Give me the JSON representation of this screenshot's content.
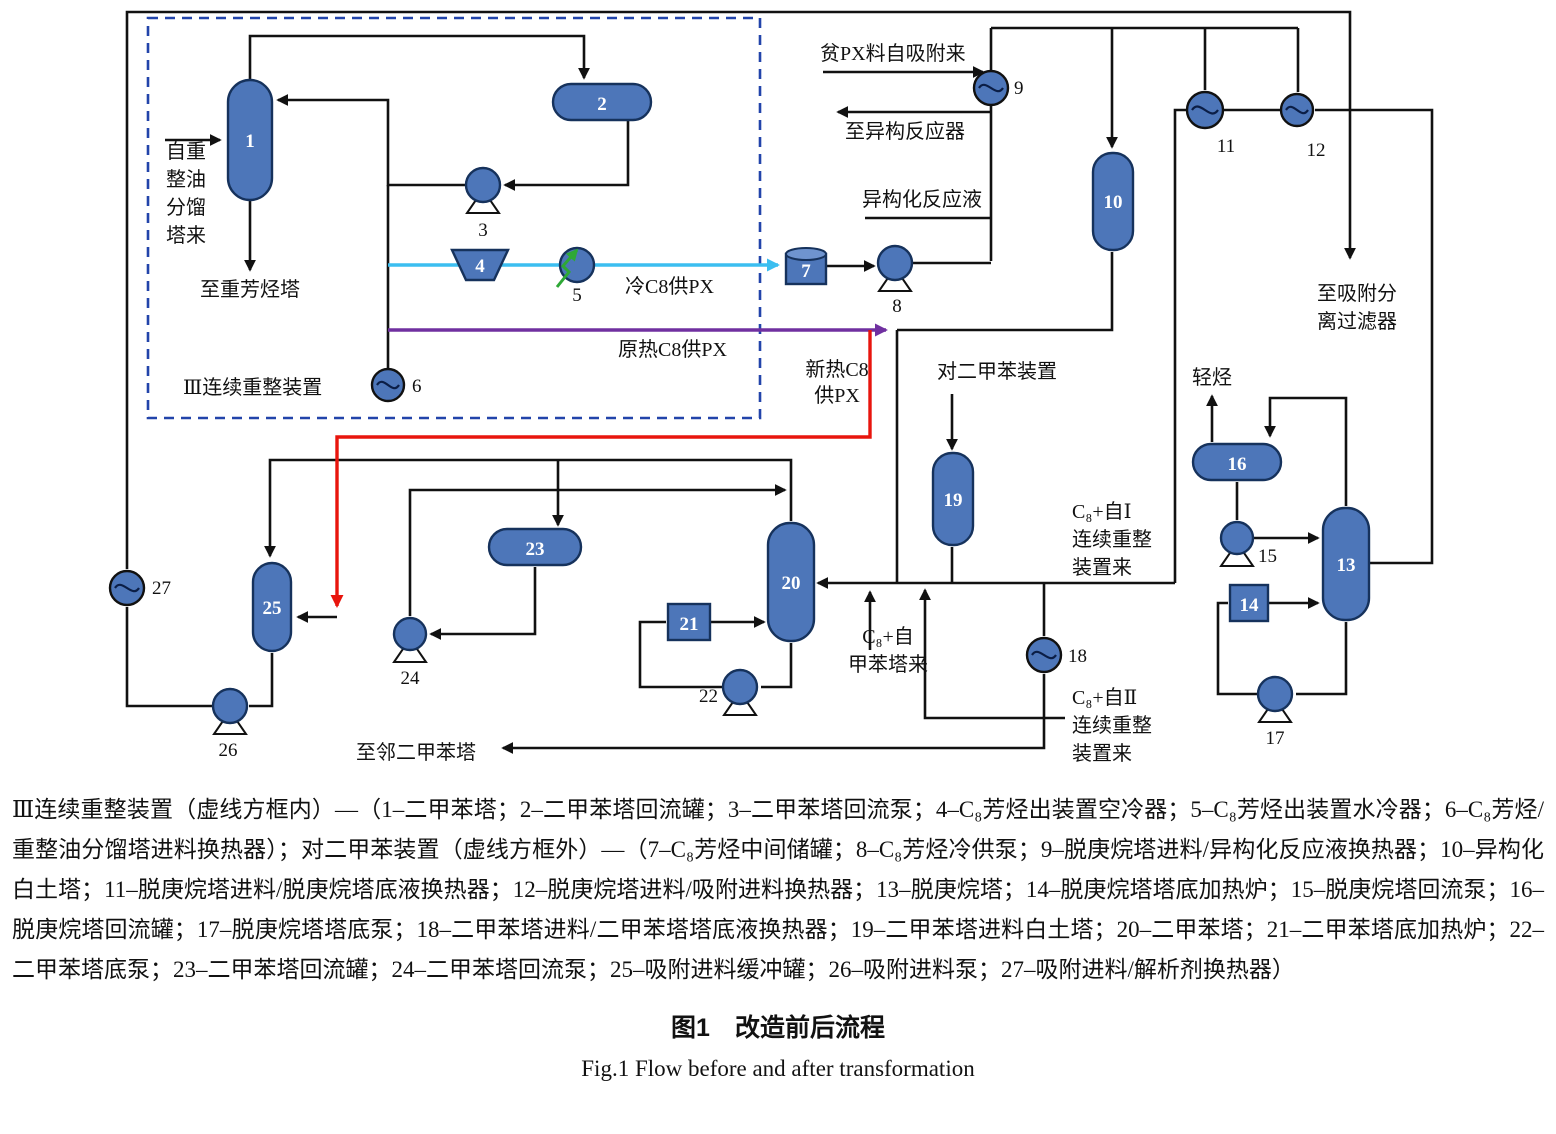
{
  "figure": {
    "caption": "Ⅲ连续重整装置（虚线方框内）—（1–二甲苯塔；2–二甲苯塔回流罐；3–二甲苯塔回流泵；4–C₈芳烃出装置空冷器；5–C₈芳烃出装置水冷器；6–C₈芳烃/重整油分馏塔进料换热器）；对二甲苯装置（虚线方框外）—（7–C₈芳烃中间储罐；8–C₈芳烃冷供泵；9–脱庚烷塔进料/异构化反应液换热器；10–异构化白土塔；11–脱庚烷塔进料/脱庚烷塔底液换热器；12–脱庚烷塔进料/吸附进料换热器；13–脱庚烷塔；14–脱庚烷塔塔底加热炉；15–脱庚烷塔回流泵；16–脱庚烷塔回流罐；17–脱庚烷塔塔底泵；18–二甲苯塔进料/二甲苯塔塔底液换热器；19–二甲苯塔进料白土塔；20–二甲苯塔；21–二甲苯塔底加热炉；22–二甲苯塔底泵；23–二甲苯塔回流罐；24–二甲苯塔回流泵；25–吸附进料缓冲罐；26–吸附进料泵；27–吸附进料/解析剂换热器）",
    "title_zh": "图1　改造前后流程",
    "title_en": "Fig.1 Flow before and after transformation"
  },
  "diagram": {
    "region_label": "Ⅲ连续重整装置",
    "labels": {
      "feed_1": "自重",
      "feed_2": "整油",
      "feed_3": "分馏",
      "feed_4": "塔来",
      "to_heavy_aromatics": "至重芳烃塔",
      "cold_c8": "冷C8供PX",
      "old_hot_c8": "原热C8供PX",
      "new_hot_c8_1": "新热C8",
      "new_hot_c8_2": "供PX",
      "lean_px_from_adsorption": "贫PX料自吸附来",
      "to_isomerization_reactor": "至异构反应器",
      "isomerization_liquid": "异构化反应液",
      "to_adsorption_filter_1": "至吸附分",
      "to_adsorption_filter_2": "离过滤器",
      "px_unit": "对二甲苯装置",
      "light_hydrocarbon": "轻烃",
      "c8_from_ccr1_1": "C₈+自Ⅰ",
      "c8_from_ccr1_2": "连续重整",
      "c8_from_ccr1_3": "装置来",
      "c8_from_toluene_1": "C₈+自",
      "c8_from_toluene_2": "甲苯塔来",
      "c8_from_ccr2_1": "C₈+自Ⅱ",
      "c8_from_ccr2_2": "连续重整",
      "c8_from_ccr2_3": "装置来",
      "to_oxylene_tower": "至邻二甲苯塔"
    },
    "numbers": {
      "n1": "1",
      "n2": "2",
      "n3": "3",
      "n4": "4",
      "n5": "5",
      "n6": "6",
      "n7": "7",
      "n8": "8",
      "n9": "9",
      "n10": "10",
      "n11": "11",
      "n12": "12",
      "n13": "13",
      "n14": "14",
      "n15": "15",
      "n16": "16",
      "n17": "17",
      "n18": "18",
      "n19": "19",
      "n20": "20",
      "n21": "21",
      "n22": "22",
      "n23": "23",
      "n24": "24",
      "n25": "25",
      "n26": "26",
      "n27": "27"
    },
    "colors": {
      "equipment_fill": "#4d76b9",
      "equipment_stroke": "#16325c",
      "line": "#111111",
      "cold_c8_line": "#3bbef0",
      "old_hot_c8_line": "#7030a0",
      "new_hot_c8_line": "#e8150d",
      "cooler_arrow": "#2ea836",
      "boundary": "#2244aa"
    }
  }
}
